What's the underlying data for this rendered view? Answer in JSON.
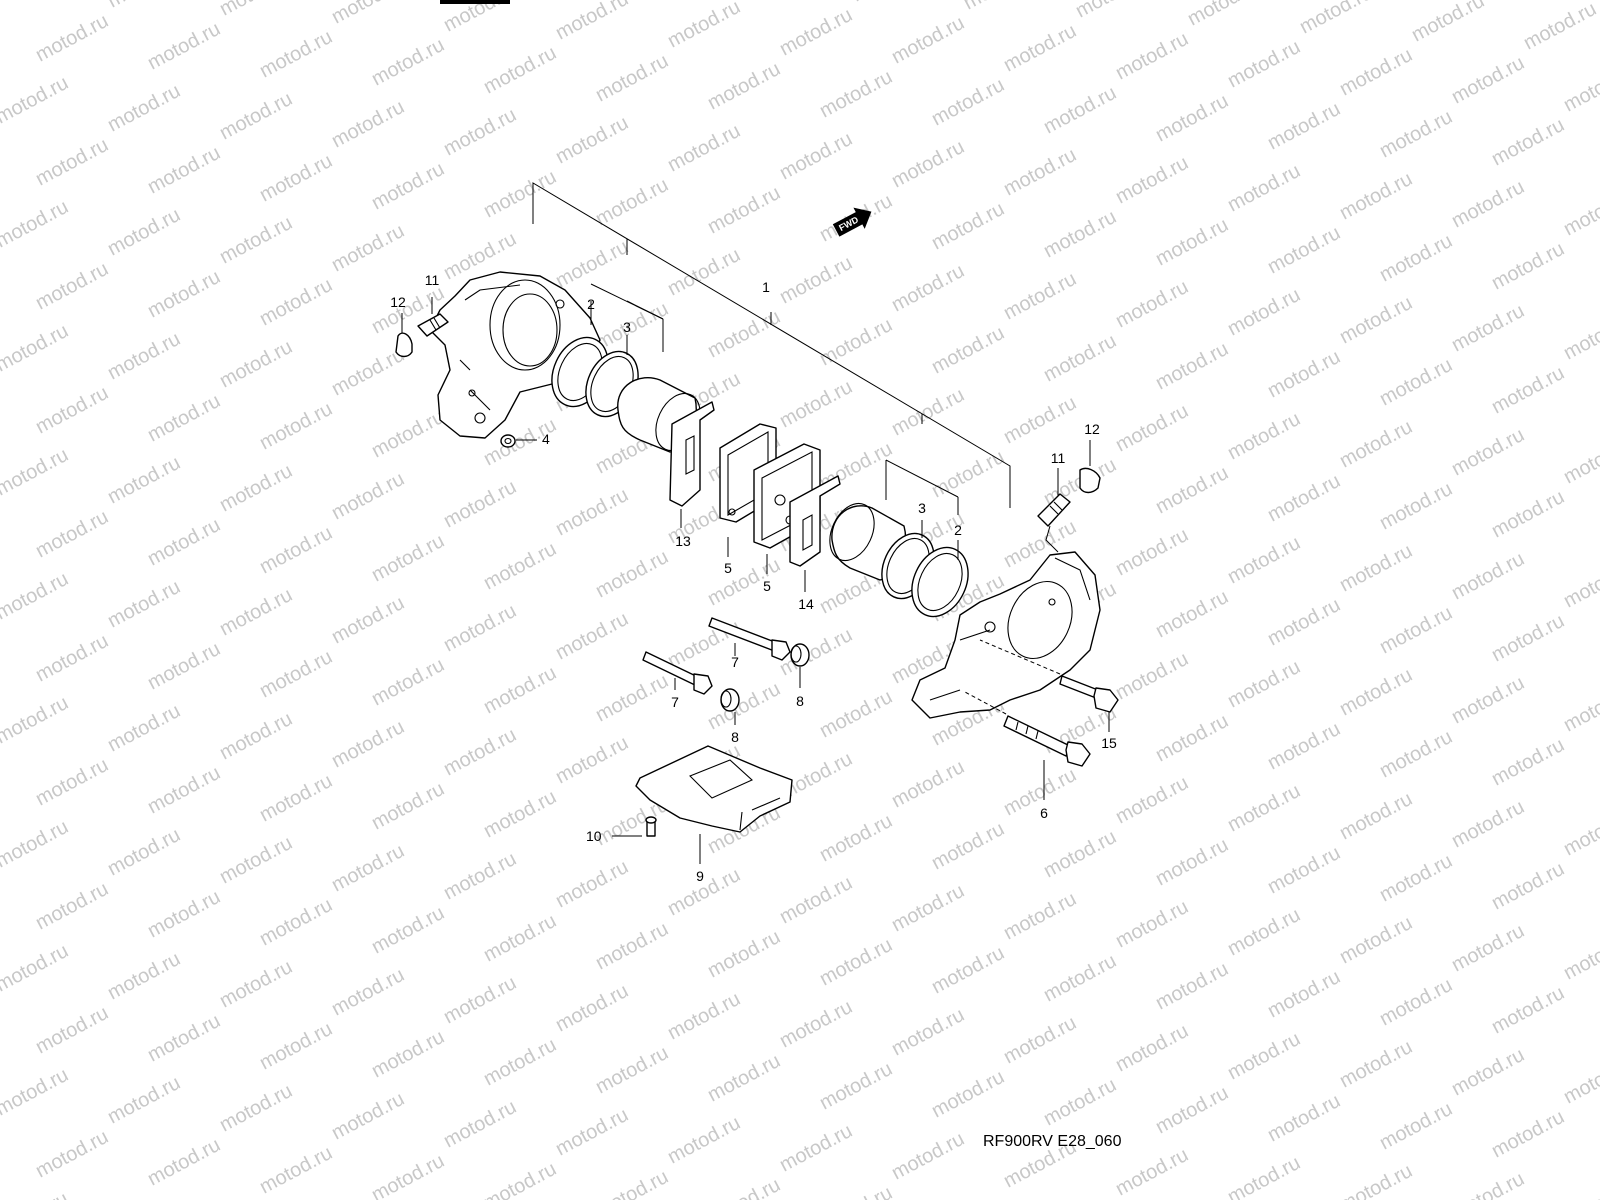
{
  "watermark": {
    "text": "motod.ru",
    "color": "#c8c8c8"
  },
  "diagram_code": "RF900RV E28_060",
  "fwd_label": "FWD",
  "callouts": {
    "c1": "1",
    "c2a": "2",
    "c3a": "3",
    "c3b": "3",
    "c2b": "2",
    "c4": "4",
    "c5a": "5",
    "c5b": "5",
    "c6": "6",
    "c7a": "7",
    "c7b": "7",
    "c8a": "8",
    "c8b": "8",
    "c9": "9",
    "c10": "10",
    "c11a": "11",
    "c12a": "12",
    "c11b": "11",
    "c12b": "12",
    "c13": "13",
    "c14": "14",
    "c15": "15"
  }
}
